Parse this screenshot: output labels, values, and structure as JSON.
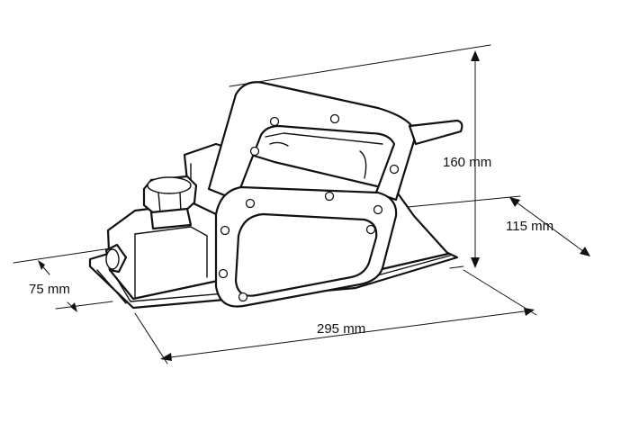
{
  "dimensions": {
    "height": "160 mm",
    "depth": "115 mm",
    "width": "75 mm",
    "length": "295 mm"
  }
}
